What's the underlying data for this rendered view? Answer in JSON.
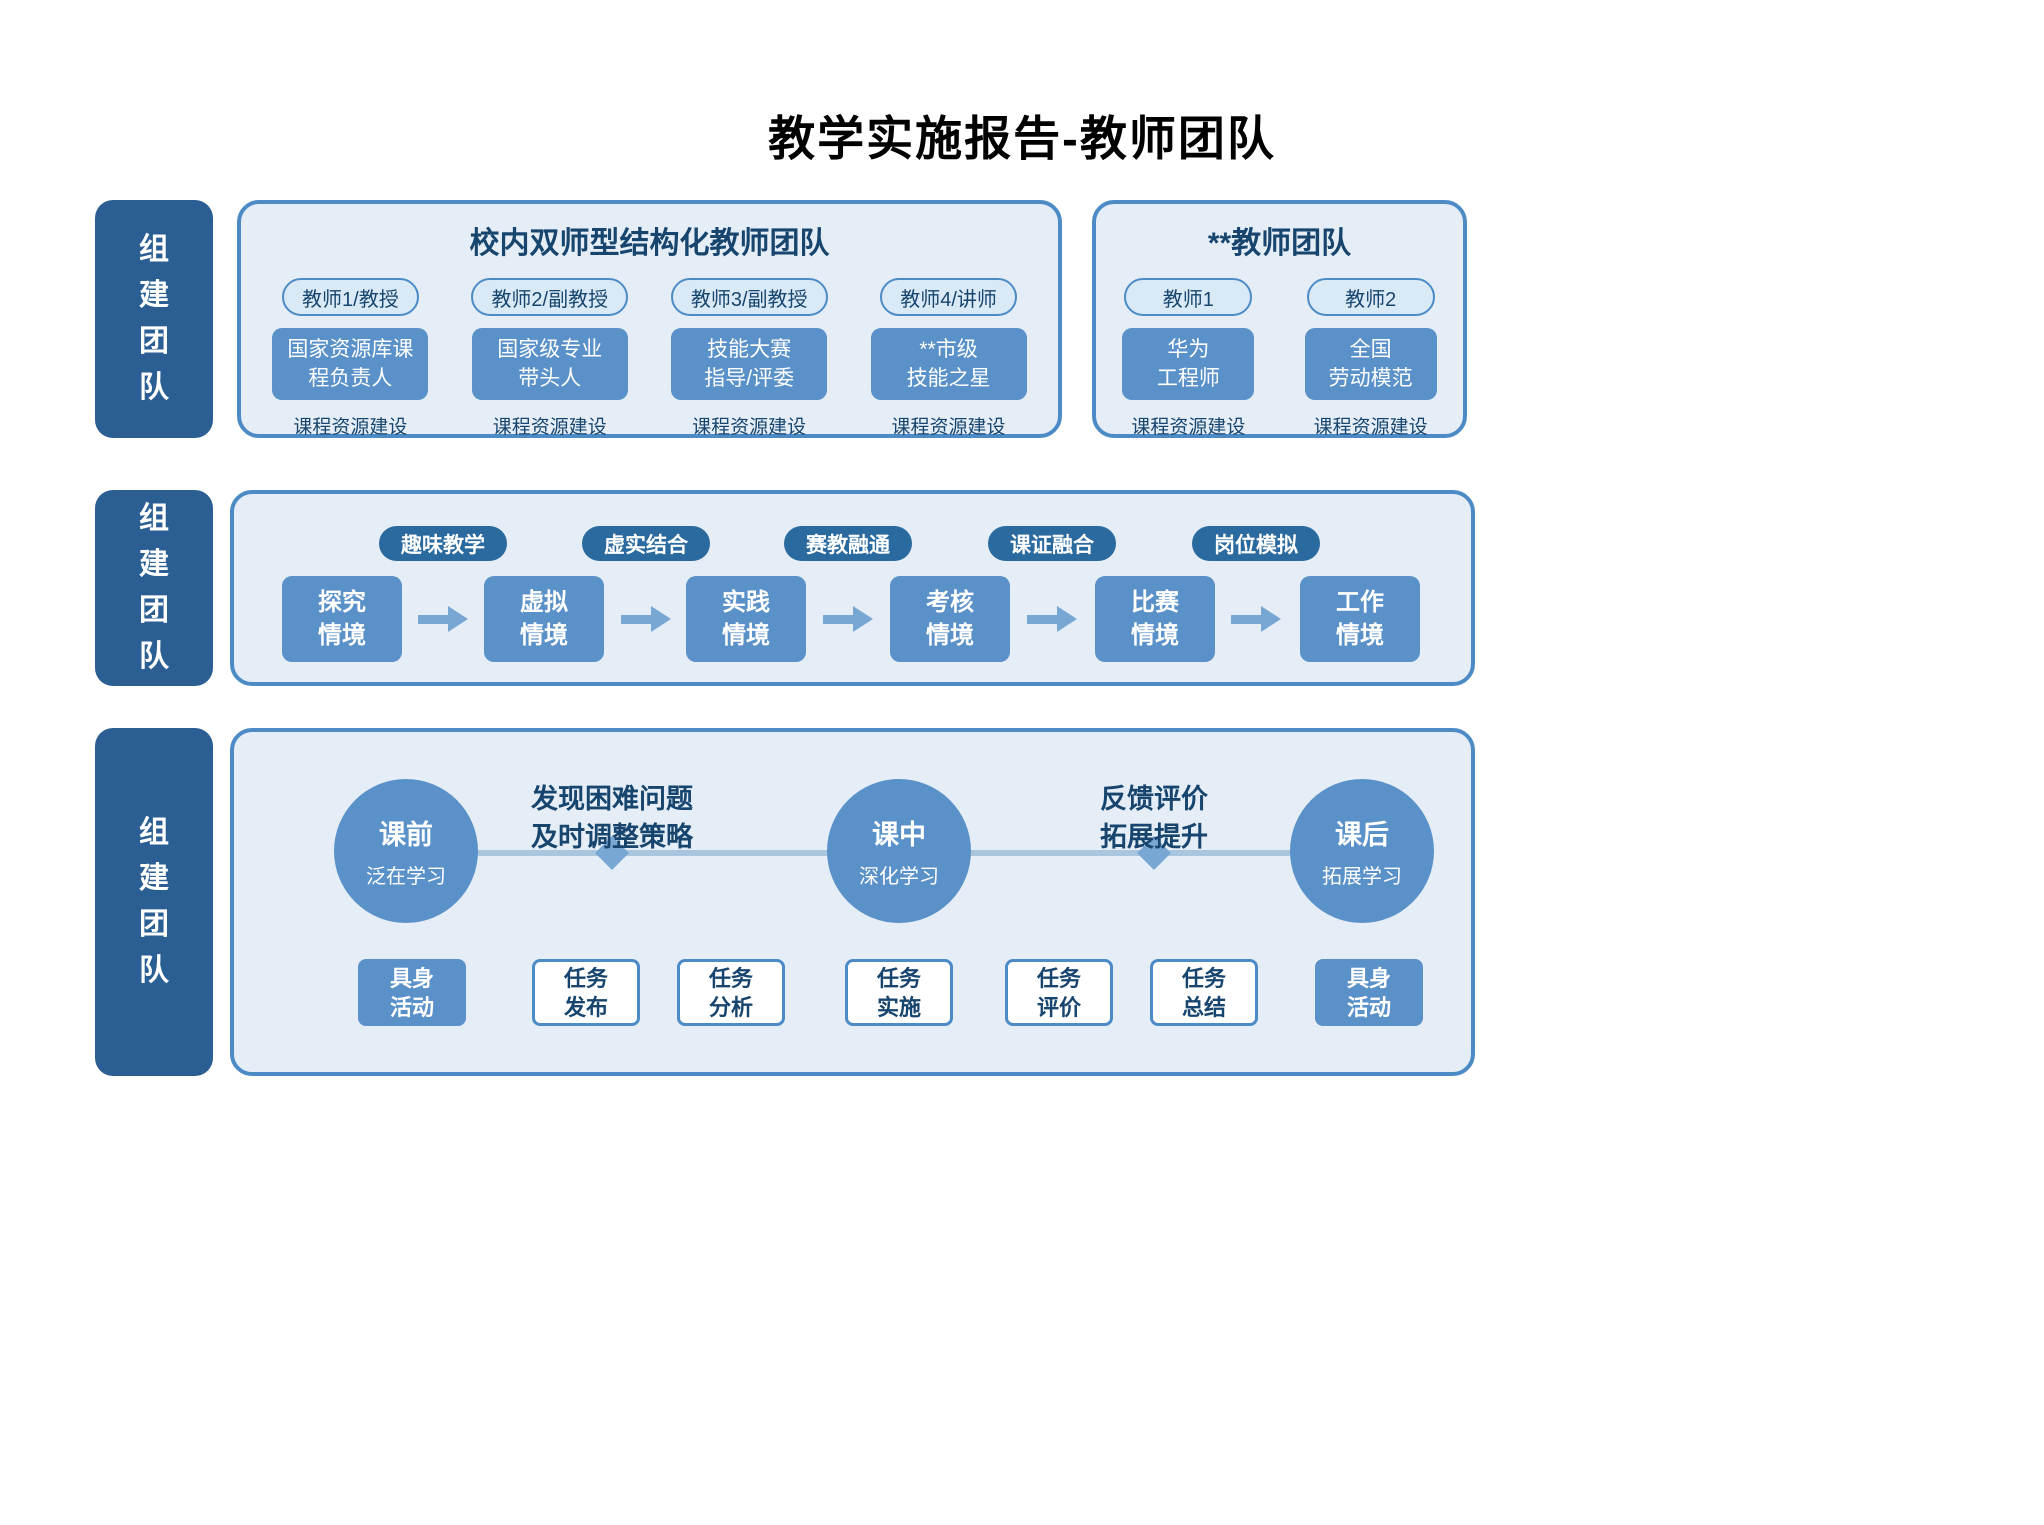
{
  "page_title": "教学实施报告-教师团队",
  "side_label": "组建团队",
  "section1": {
    "panel_internal": {
      "title": "校内双师型结构化教师团队",
      "columns": [
        {
          "pill": "教师1/教授",
          "box": "国家资源库课\n程负责人",
          "caption": "课程资源建设"
        },
        {
          "pill": "教师2/副教授",
          "box": "国家级专业\n带头人",
          "caption": "课程资源建设"
        },
        {
          "pill": "教师3/副教授",
          "box": "技能大赛\n指导/评委",
          "caption": "课程资源建设"
        },
        {
          "pill": "教师4/讲师",
          "box": "**市级\n技能之星",
          "caption": "课程资源建设"
        }
      ]
    },
    "panel_external": {
      "title": "**教师团队",
      "columns": [
        {
          "pill": "教师1",
          "box": "华为\n工程师",
          "caption": "课程资源建设"
        },
        {
          "pill": "教师2",
          "box": "全国\n劳动模范",
          "caption": "课程资源建设"
        }
      ]
    }
  },
  "section2": {
    "tags": [
      "趣味教学",
      "虚实结合",
      "赛教融通",
      "课证融合",
      "岗位模拟"
    ],
    "steps": [
      "探究\n情境",
      "虚拟\n情境",
      "实践\n情境",
      "考核\n情境",
      "比赛\n情境",
      "工作\n情境"
    ]
  },
  "section3": {
    "circles": [
      {
        "title": "课前",
        "subtitle": "泛在学习"
      },
      {
        "title": "课中",
        "subtitle": "深化学习"
      },
      {
        "title": "课后",
        "subtitle": "拓展学习"
      }
    ],
    "annotations": [
      "发现困难问题\n及时调整策略",
      "反馈评价\n拓展提升"
    ],
    "tasks": [
      "具身\n活动",
      "任务\n发布",
      "任务\n分析",
      "任务\n实施",
      "任务\n评价",
      "任务\n总结",
      "具身\n活动"
    ]
  },
  "colors": {
    "side_label_bg": "#2b5f94",
    "panel_bg": "#e5eef7",
    "panel_border": "#4d8bc6",
    "filled_box": "#5a91c8",
    "tag_bg": "#2b6a9e",
    "dark_text": "#17456e",
    "arrow": "#79a7d3",
    "connector": "#a9c6de"
  }
}
